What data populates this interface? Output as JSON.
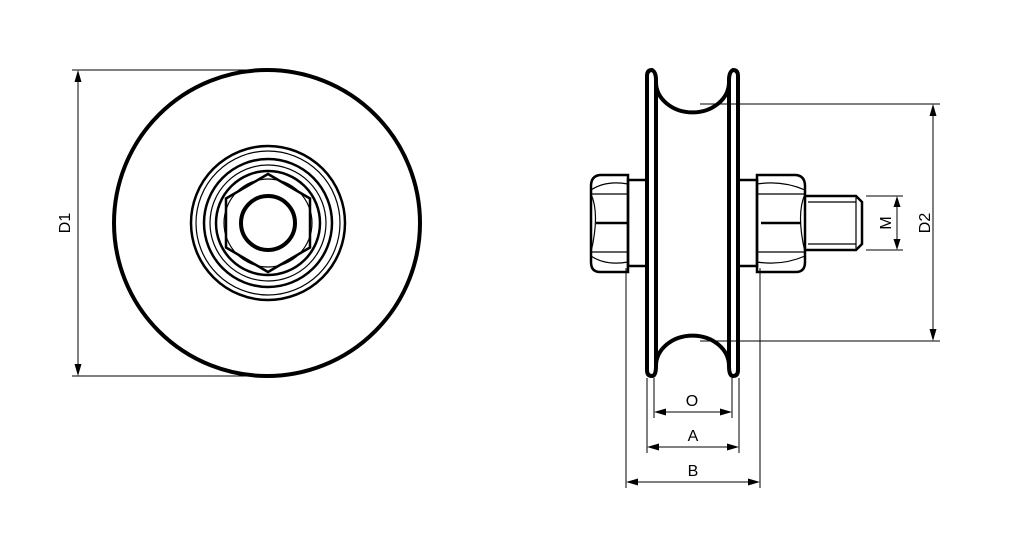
{
  "labels": {
    "d1": "D1",
    "d2": "D2",
    "m": "M",
    "o": "O",
    "a": "A",
    "b": "B"
  }
}
